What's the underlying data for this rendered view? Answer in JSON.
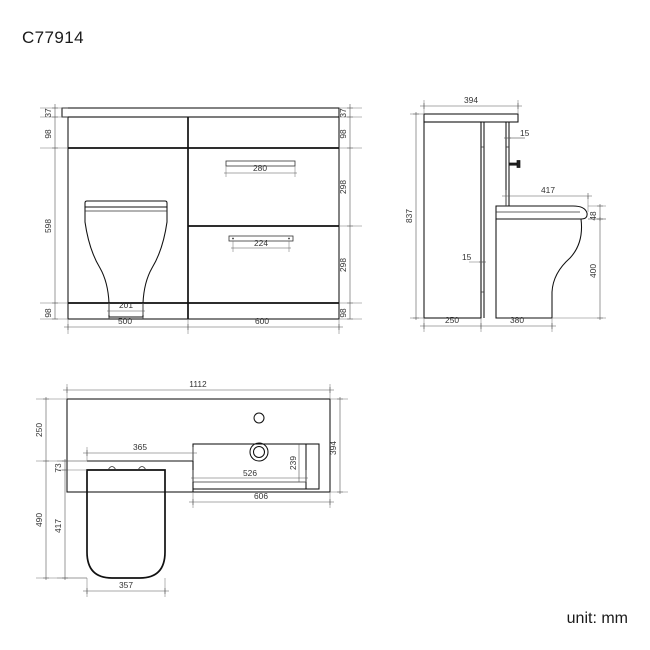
{
  "sheet": {
    "title": "C77914",
    "unit_note": "unit: mm",
    "background_color": "#ffffff",
    "line_color": "#111111",
    "dim_color": "#555555"
  },
  "views": {
    "front_elevation": {
      "name": "front-elevation",
      "dimensions": {
        "left_stack": [
          "37",
          "98",
          "598",
          "98"
        ],
        "right_stack": [
          "37",
          "98",
          "298",
          "298",
          "98"
        ],
        "bottom": [
          "500",
          "600"
        ],
        "toilet_base_width": "201",
        "upper_drawer_handle": "280",
        "lower_drawer_handle": "224"
      }
    },
    "side_elevation": {
      "name": "side-elevation",
      "dimensions": {
        "top_width": "394",
        "overall_height": "837",
        "panel_thickness_upper": "15",
        "panel_thickness_lower": "15",
        "pan_projection": "417",
        "seat_thickness": "48",
        "pan_height": "400",
        "bottom_left": "250",
        "bottom_right": "380"
      }
    },
    "plan_view": {
      "name": "plan-view",
      "dimensions": {
        "overall_length": "1112",
        "worktop_depth_left": "250",
        "overall_depth": "490",
        "seat_offset": "73",
        "seat_length": "417",
        "seat_width": "357",
        "toilet_unit_width": "365",
        "basin_bowl_length": "526",
        "basin_bowl_width": "239",
        "basin_depth": "394",
        "basin_length": "606"
      }
    }
  }
}
